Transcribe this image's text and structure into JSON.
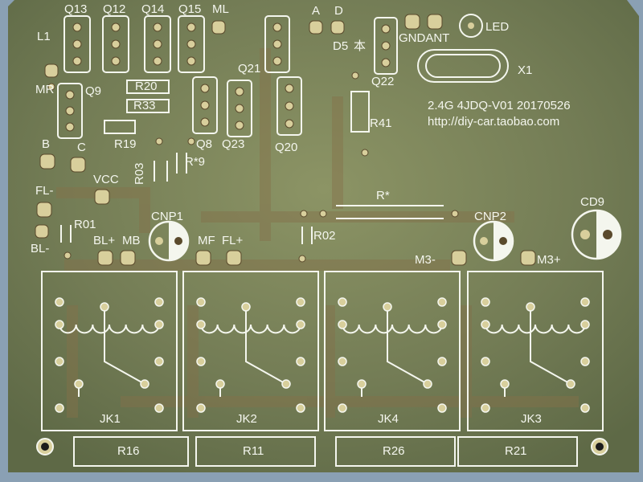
{
  "title": "2.4G 4JDQ-V01 20170526",
  "url": "http://diy-car.taobao.com",
  "labels": {
    "q13": "Q13",
    "q12": "Q12",
    "q14": "Q14",
    "q15": "Q15",
    "ml": "ML",
    "a": "A",
    "d": "D",
    "d5": "D5",
    "ben": "本",
    "gnd_ant": "GNDANT",
    "led": "LED",
    "x1": "X1",
    "l1": "L1",
    "mr": "MR",
    "q9": "Q9",
    "r20": "R20",
    "r33": "R33",
    "r19": "R19",
    "q8": "Q8",
    "q23": "Q23",
    "q20": "Q20",
    "q21": "Q21",
    "q22": "Q22",
    "r41": "R41",
    "b": "B",
    "c": "C",
    "vcc": "VCC",
    "r03": "R03",
    "r9": "R*9",
    "fl_minus": "FL-",
    "r01": "R01",
    "bl_minus": "BL-",
    "bl_plus": "BL+",
    "mb": "MB",
    "mf": "MF",
    "fl_plus": "FL+",
    "cnp1": "CNP1",
    "r02": "R02",
    "r_star": "R*",
    "cnp2": "CNP2",
    "cd9": "CD9",
    "m3_minus": "M3-",
    "m3_plus": "M3+",
    "jk1": "JK1",
    "jk2": "JK2",
    "jk4": "JK4",
    "jk3": "JK3",
    "r16": "R16",
    "r11": "R11",
    "r26": "R26",
    "r21": "R21"
  },
  "colors": {
    "board": "#6d7a55",
    "board_light": "#8a9262",
    "silk": "#f4f6ee",
    "pad": "#d8cf9c",
    "trace": "#7b6b48",
    "background": "#8aa0b4"
  }
}
